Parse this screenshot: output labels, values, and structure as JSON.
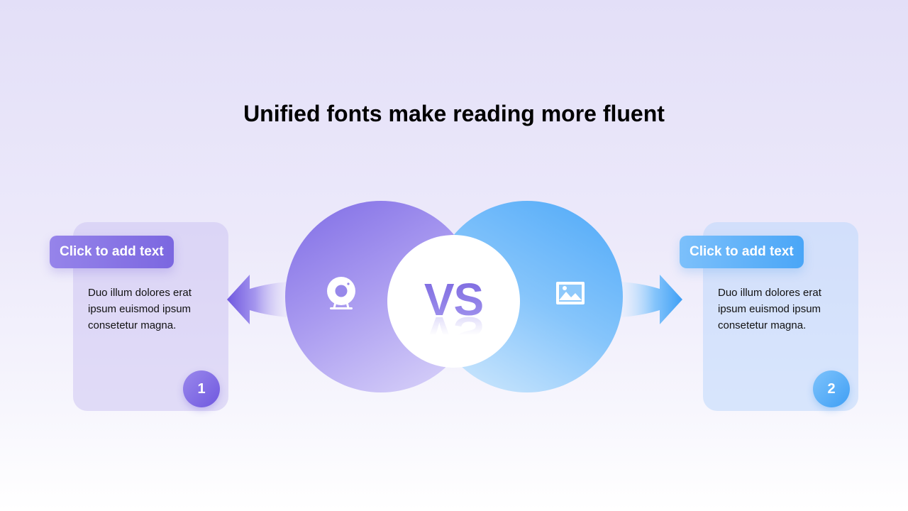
{
  "title": "Unified fonts make reading more fluent",
  "center": {
    "text": "VS"
  },
  "left_panel": {
    "label": "Click to add text",
    "description": "Duo illum dolores erat ipsum euismod ipsum consetetur magna.",
    "number": "1",
    "icon": "webcam-icon",
    "accent": "#7b67e0"
  },
  "right_panel": {
    "label": "Click to add text",
    "description": "Duo illum dolores erat ipsum euismod ipsum consetetur magna.",
    "number": "2",
    "icon": "image-icon",
    "accent": "#4aa6f7"
  }
}
